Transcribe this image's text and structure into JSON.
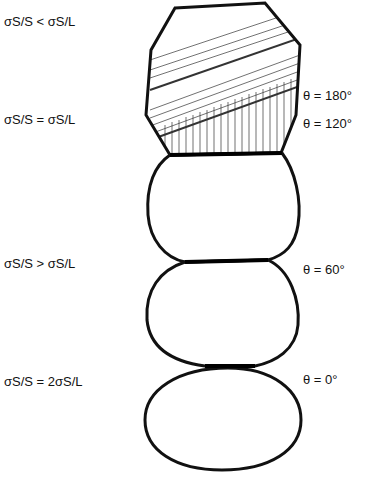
{
  "diagram": {
    "labels": [
      "σS/S < σS/L",
      "θ = 180°",
      "σS/S = σS/L",
      "θ = 120°",
      "σS/S > σS/L",
      "θ = 60°",
      "σS/S = 2σS/L",
      "θ = 0°"
    ]
  }
}
